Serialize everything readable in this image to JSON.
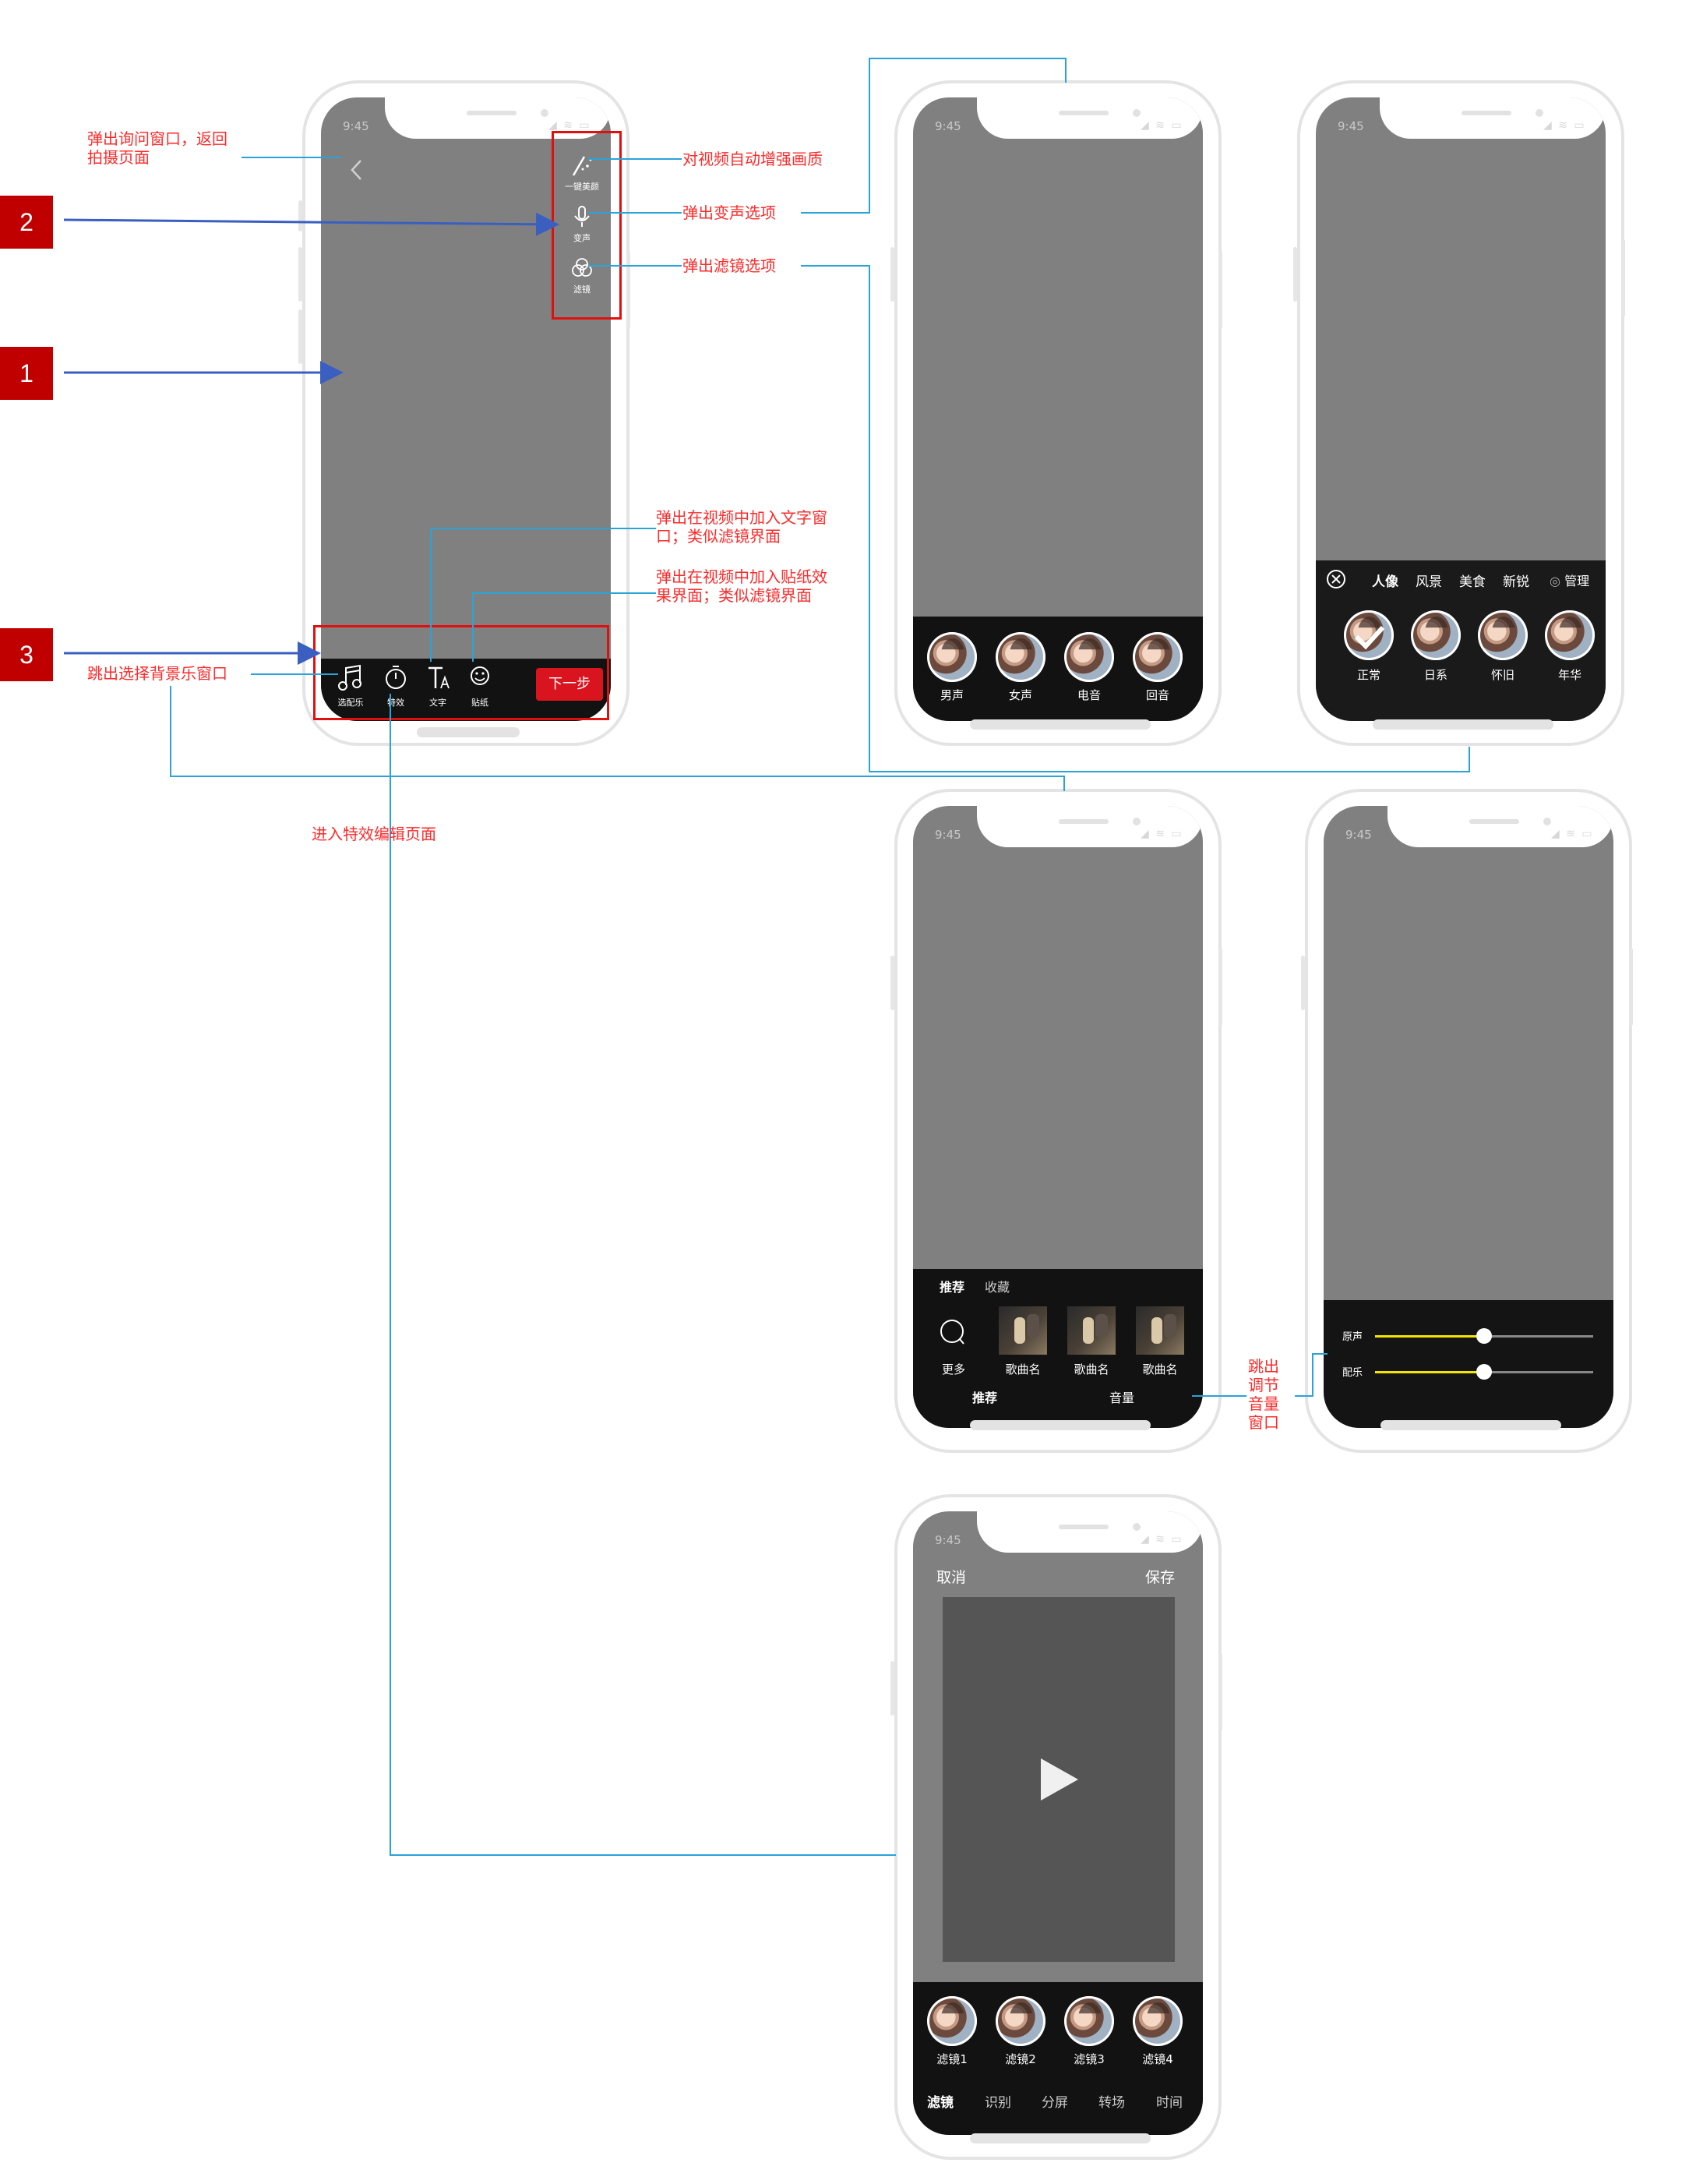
{
  "badges": [
    "1",
    "2",
    "3"
  ],
  "status_time": "9:45",
  "annotations": {
    "back_popup": [
      "弹出询问窗口，返回",
      "拍摄页面"
    ],
    "auto_enhance": "对视频自动增强画质",
    "voice_change": "弹出变声选项",
    "filter_popup": "弹出滤镜选项",
    "add_text": [
      "弹出在视频中加入文字窗",
      "口；类似滤镜界面"
    ],
    "add_sticker": [
      "弹出在视频中加入贴纸效",
      "果界面；类似滤镜界面"
    ],
    "bg_music": "跳出选择背景乐窗口",
    "effects_edit": "进入特效编辑页面",
    "volume": [
      "跳出",
      "调节",
      "音量",
      "窗口"
    ]
  },
  "main_phone": {
    "right_tools": [
      {
        "icon": "magic-wand-icon",
        "label": "一键美颜"
      },
      {
        "icon": "microphone-icon",
        "label": "变声"
      },
      {
        "icon": "filter-circles-icon",
        "label": "滤镜"
      }
    ],
    "bottom_tools": [
      {
        "icon": "music-note-icon",
        "label": "选配乐"
      },
      {
        "icon": "timer-icon",
        "label": "特效"
      },
      {
        "icon": "text-icon",
        "label": "文字"
      },
      {
        "icon": "smiley-icon",
        "label": "贴纸"
      }
    ],
    "next_button": "下一步"
  },
  "voice_phone": {
    "options": [
      "男声",
      "女声",
      "电音",
      "回音"
    ]
  },
  "filter_phone": {
    "tabs": [
      "人像",
      "风景",
      "美食",
      "新锐"
    ],
    "manage": "管理",
    "filters": [
      "正常",
      "日系",
      "怀旧",
      "年华"
    ]
  },
  "music_phone": {
    "tabs": [
      "推荐",
      "收藏"
    ],
    "more": "更多",
    "songs": [
      "歌曲名",
      "歌曲名",
      "歌曲名"
    ],
    "bottom_tabs": [
      "推荐",
      "音量"
    ]
  },
  "volume_phone": {
    "sliders": [
      {
        "label": "原声",
        "value": 0.5
      },
      {
        "label": "配乐",
        "value": 0.5
      }
    ]
  },
  "edit_phone": {
    "cancel": "取消",
    "save": "保存",
    "filters": [
      "滤镜1",
      "滤镜2",
      "滤镜3",
      "滤镜4"
    ],
    "bottom_tabs": [
      "滤镜",
      "识别",
      "分屏",
      "转场",
      "时间"
    ]
  },
  "colors": {
    "line": "#2aa3d8",
    "annotation": "#ff2a2a",
    "badge": "#c00000",
    "next_button": "#d9141f",
    "slider_track": "#f2e600"
  }
}
